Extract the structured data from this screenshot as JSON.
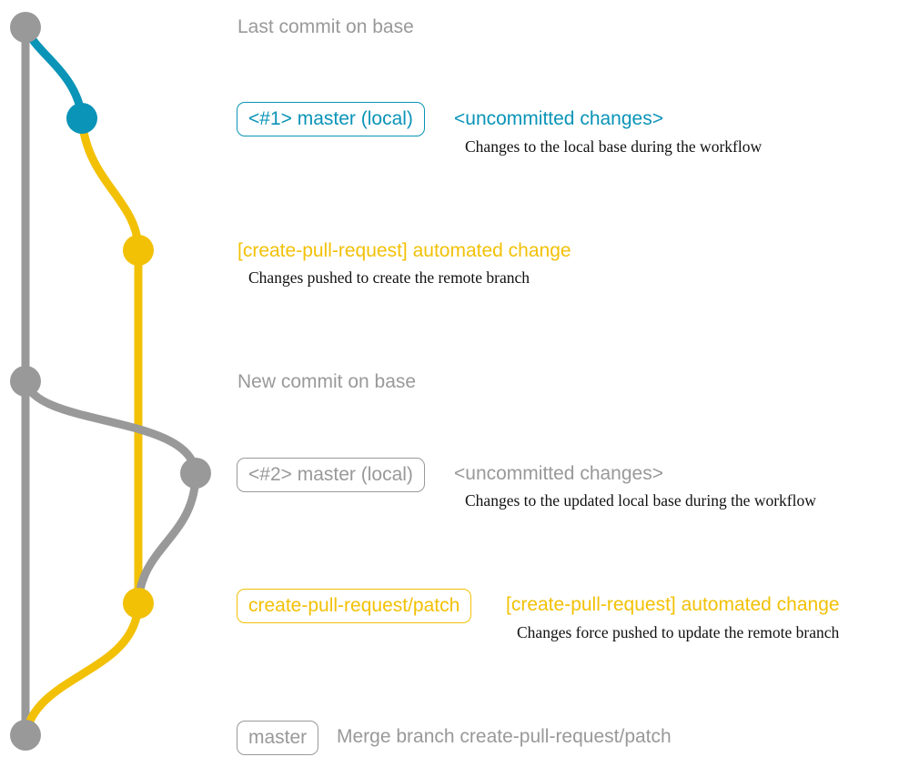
{
  "colors": {
    "base": "#999999",
    "local": "#0a94b7",
    "pr": "#f2c106",
    "label_gray": "#999999",
    "desc_text": "#111111"
  },
  "commits": {
    "c1": {
      "title": "Last commit on base"
    },
    "c2": {
      "ref": "<#1> master (local)",
      "title": "<uncommitted changes>",
      "desc": "Changes to the local base during the workflow"
    },
    "c3": {
      "title": "[create-pull-request] automated change",
      "desc": "Changes pushed to create the remote branch"
    },
    "c4": {
      "title": "New commit on base"
    },
    "c5": {
      "ref": "<#2> master (local)",
      "title": "<uncommitted changes>",
      "desc": "Changes to the updated local base during the workflow"
    },
    "c6": {
      "ref": "create-pull-request/patch",
      "title": "[create-pull-request] automated change",
      "desc": "Changes force pushed to update the remote branch"
    },
    "c7": {
      "ref": "master",
      "title": "Merge branch create-pull-request/patch"
    }
  }
}
